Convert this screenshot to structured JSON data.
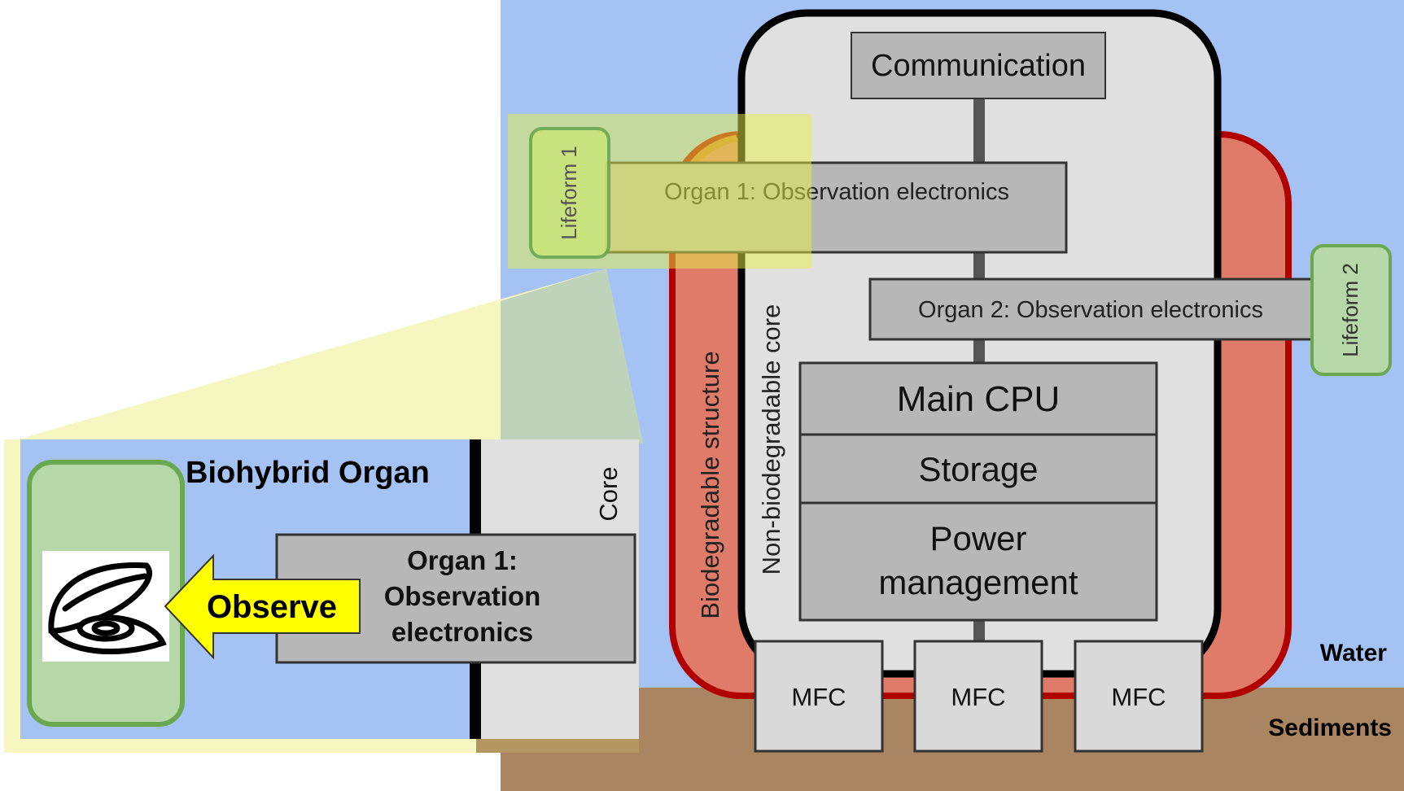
{
  "labels": {
    "water": "Water",
    "sediments": "Sediments",
    "communication": "Communication",
    "organ1": "Organ 1: Observation electronics",
    "organ2": "Organ 2: Observation electronics",
    "lifeform1": "Lifeform 1",
    "lifeform2": "Lifeform 2",
    "main_cpu": "Main CPU",
    "storage": "Storage",
    "power_line1": "Power",
    "power_line2": "management",
    "mfc": [
      "MFC",
      "MFC",
      "MFC"
    ],
    "biodegradable": "Biodegradable structure",
    "non_biodegradable": "Non-biodegradable core",
    "biohybrid_title": "Biohybrid Organ",
    "core": "Core",
    "observe": "Observe",
    "inset_organ_line1": "Organ 1:",
    "inset_organ_line2": "Observation",
    "inset_organ_line3": "electronics"
  },
  "colors": {
    "water": "#a4c2f4",
    "sediment": "#aa8562",
    "biodegradable_fill": "#e07b6a",
    "biodegradable_stroke": "#b00000",
    "orange_stroke": "#d07a2a",
    "core_fill": "#e0e0e0",
    "box_fill": "#b7b7b7",
    "lifeform_fill": "#b6d7a8",
    "lifeform_stroke": "#6aa84f",
    "highlight": "#e6f04a",
    "zoom_fill": "#f6f6c0",
    "arrow_fill": "#ffff00"
  },
  "icons": {
    "mussel": "mussel-icon",
    "arrow": "observe-arrow-icon"
  }
}
